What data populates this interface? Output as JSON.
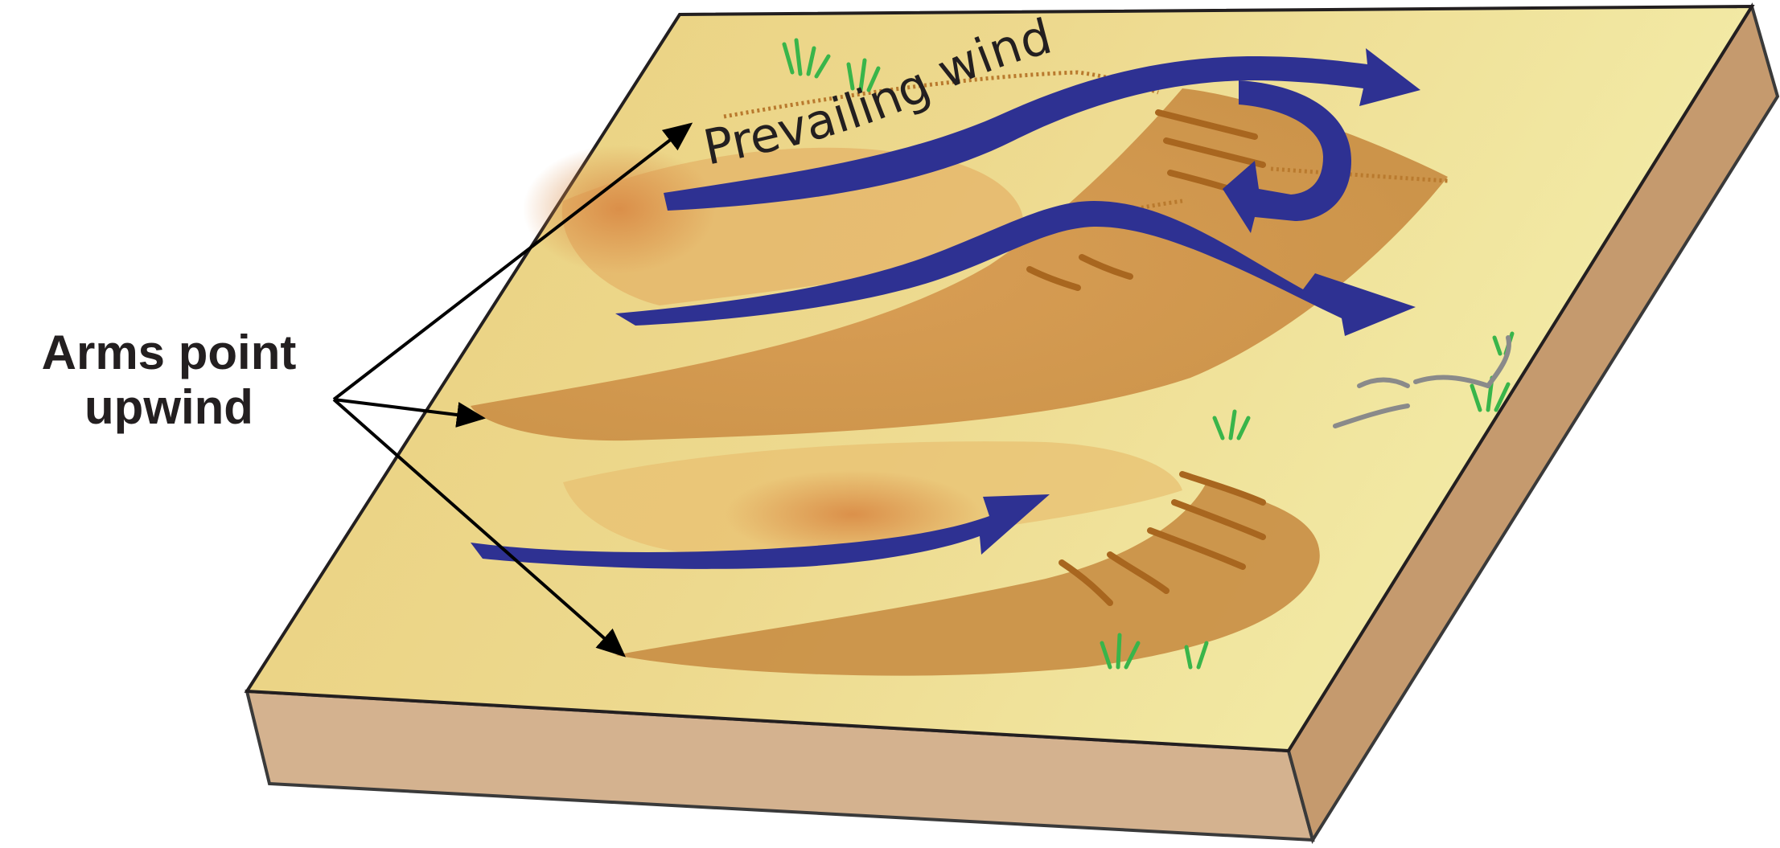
{
  "annotation": {
    "line1": "Arms point",
    "line2": "upwind"
  },
  "wind_label": "Prevailing wind",
  "colors": {
    "sand_light": "#efe3a0",
    "sand_dune": "#cf9a4e",
    "dune_shadow": "#b97a2e",
    "block_side_front": "#d4b28f",
    "block_side_right": "#c59a6e",
    "wind_arrow": "#2e3192",
    "grass": "#39b54a",
    "outline": "#231f20"
  }
}
